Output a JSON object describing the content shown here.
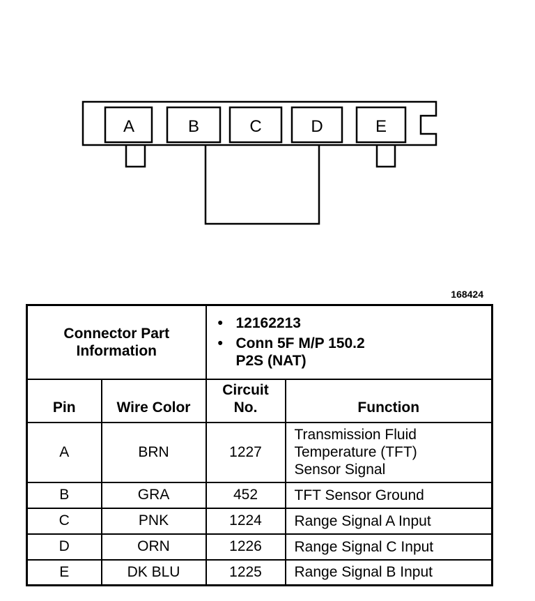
{
  "connector": {
    "pins": [
      "A",
      "B",
      "C",
      "D",
      "E"
    ]
  },
  "figure_id": "168424",
  "info": {
    "label": "Connector Part Information",
    "items": [
      "12162213",
      "Conn 5F M/P 150.2 P2S (NAT)"
    ]
  },
  "table": {
    "headers": {
      "pin": "Pin",
      "wire_color": "Wire Color",
      "circuit": "Circuit No.",
      "function": "Function"
    },
    "rows": [
      {
        "pin": "A",
        "wire_color": "BRN",
        "circuit": "1227",
        "function": "Transmission Fluid Temperature (TFT) Sensor Signal"
      },
      {
        "pin": "B",
        "wire_color": "GRA",
        "circuit": "452",
        "function": "TFT Sensor Ground"
      },
      {
        "pin": "C",
        "wire_color": "PNK",
        "circuit": "1224",
        "function": "Range Signal A Input"
      },
      {
        "pin": "D",
        "wire_color": "ORN",
        "circuit": "1226",
        "function": "Range Signal C Input"
      },
      {
        "pin": "E",
        "wire_color": "DK BLU",
        "circuit": "1225",
        "function": "Range Signal B Input"
      }
    ]
  }
}
